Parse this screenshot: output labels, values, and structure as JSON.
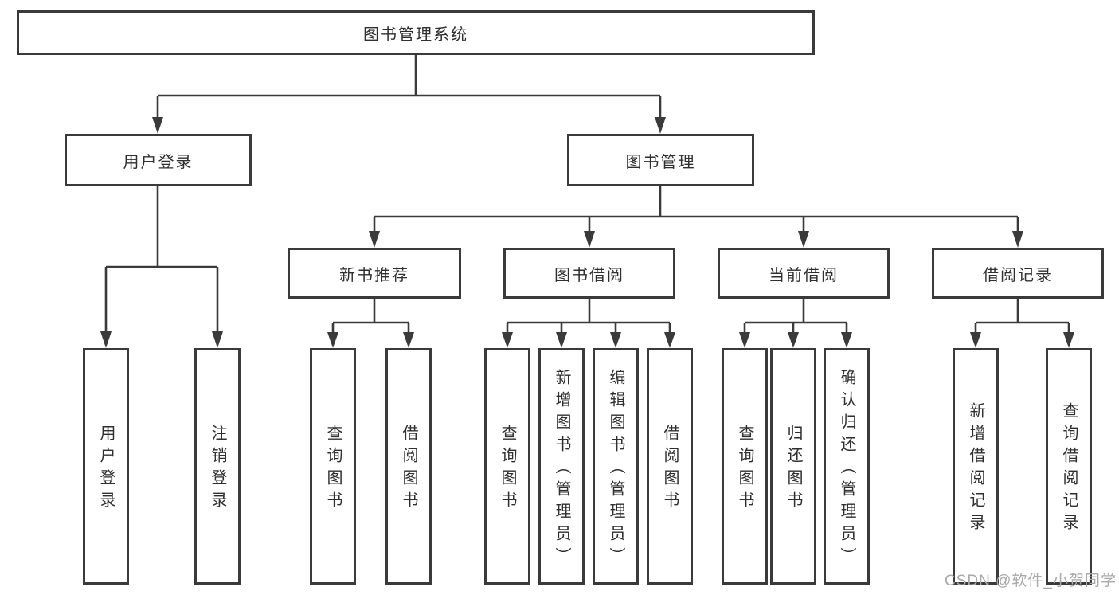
{
  "page": {
    "background": "#ffffff",
    "watermark": "CSDN @软件_小贺同学"
  },
  "colors": {
    "box_border": "#3a3a3a",
    "connector_line": "#3a3a3a",
    "text": "#2f2f2f",
    "watermark": "#a9a9a9"
  },
  "nodes": {
    "root": "图书管理系统",
    "user_login": "用户登录",
    "book_mgmt": "图书管理",
    "new_book_rec": "新书推荐",
    "book_borrow": "图书借阅",
    "current_borrow": "当前借阅",
    "borrow_records": "借阅记录",
    "ul_login": "用户登录",
    "ul_logout": "注销登录",
    "nb_query": "查询图书",
    "nb_borrow": "借阅图书",
    "bb_query": "查询图书",
    "bb_add": "新增图书（管理员）",
    "bb_edit": "编辑图书（管理员）",
    "bb_borrow": "借阅图书",
    "cb_query": "查询图书",
    "cb_return": "归还图书",
    "cb_confirm": "确认归还（管理员）",
    "br_add": "新增借阅记录",
    "br_query": "查询借阅记录"
  },
  "hierarchy": {
    "图书管理系统": {
      "用户登录": [
        "用户登录",
        "注销登录"
      ],
      "图书管理": {
        "新书推荐": [
          "查询图书",
          "借阅图书"
        ],
        "图书借阅": [
          "查询图书",
          "新增图书（管理员）",
          "编辑图书（管理员）",
          "借阅图书"
        ],
        "当前借阅": [
          "查询图书",
          "归还图书",
          "确认归还（管理员）"
        ],
        "借阅记录": [
          "新增借阅记录",
          "查询借阅记录"
        ]
      }
    }
  }
}
